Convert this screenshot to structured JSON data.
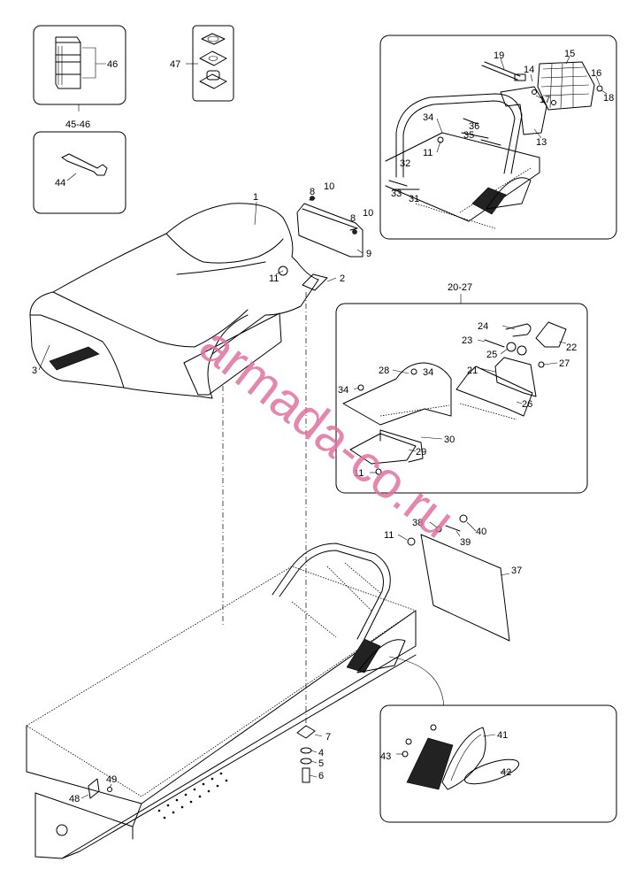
{
  "callouts": {
    "c1": "1",
    "c2": "2",
    "c3": "3",
    "c4": "4",
    "c5": "5",
    "c6": "6",
    "c7": "7",
    "c8a": "8",
    "c8b": "8",
    "c9": "9",
    "c10a": "10",
    "c10b": "10",
    "c11a": "11",
    "c11b": "11",
    "c11c": "11",
    "c11d": "11",
    "c13": "13",
    "c14": "14",
    "c15": "15",
    "c16": "16",
    "c17": "17",
    "c18": "18",
    "c19": "19",
    "c21": "21",
    "c22": "22",
    "c23": "23",
    "c24": "24",
    "c25": "25",
    "c26": "26",
    "c27": "27",
    "c28": "28",
    "c29": "29",
    "c30": "30",
    "c31": "31",
    "c32": "32",
    "c33": "33",
    "c34a": "34",
    "c34b": "34",
    "c34c": "34",
    "c35": "35",
    "c36": "36",
    "c37": "37",
    "c38": "38",
    "c39": "39",
    "c40": "40",
    "c41": "41",
    "c42": "42",
    "c43": "43",
    "c44": "44",
    "c46": "46",
    "c47": "47",
    "c48": "48",
    "c49": "49"
  },
  "group_labels": {
    "g4546": "45-46",
    "g2027": "20-27"
  },
  "watermark": "armada-co.ru"
}
